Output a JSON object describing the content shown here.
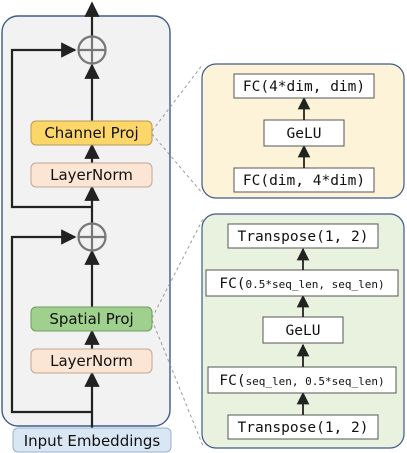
{
  "left": {
    "input_label": "Input Embeddings",
    "layernorm_bottom": "LayerNorm",
    "spatial_proj": "Spatial Proj",
    "layernorm_top": "LayerNorm",
    "channel_proj": "Channel Proj"
  },
  "channel_detail": {
    "fc_top": "FC(4*dim, dim)",
    "gelu": "GeLU",
    "fc_bottom": "FC(dim, 4*dim)"
  },
  "spatial_detail": {
    "transpose_top": "Transpose(1, 2)",
    "fc_upper_prefix": "FC(",
    "fc_upper_arg1": "0.5*seq_len",
    "fc_upper_arg2": ", seq_len)",
    "gelu": "GeLU",
    "fc_lower_prefix": "FC(",
    "fc_lower_arg1": "seq_len",
    "fc_lower_arg2": ", 0.5*seq_len)",
    "transpose_bottom": "Transpose(1, 2)"
  },
  "colors": {
    "block_bg": "#f2f2f2",
    "block_border": "#3d5a8a",
    "channel_panel_bg": "#fdf3d9",
    "channel_panel_border": "#3d5a8a",
    "spatial_panel_bg": "#e9f2df",
    "channel_proj_fill": "#fdd66a",
    "spatial_proj_fill": "#9fd08d",
    "layernorm_fill": "#fbe6d6",
    "input_fill": "#d9e6f3"
  }
}
